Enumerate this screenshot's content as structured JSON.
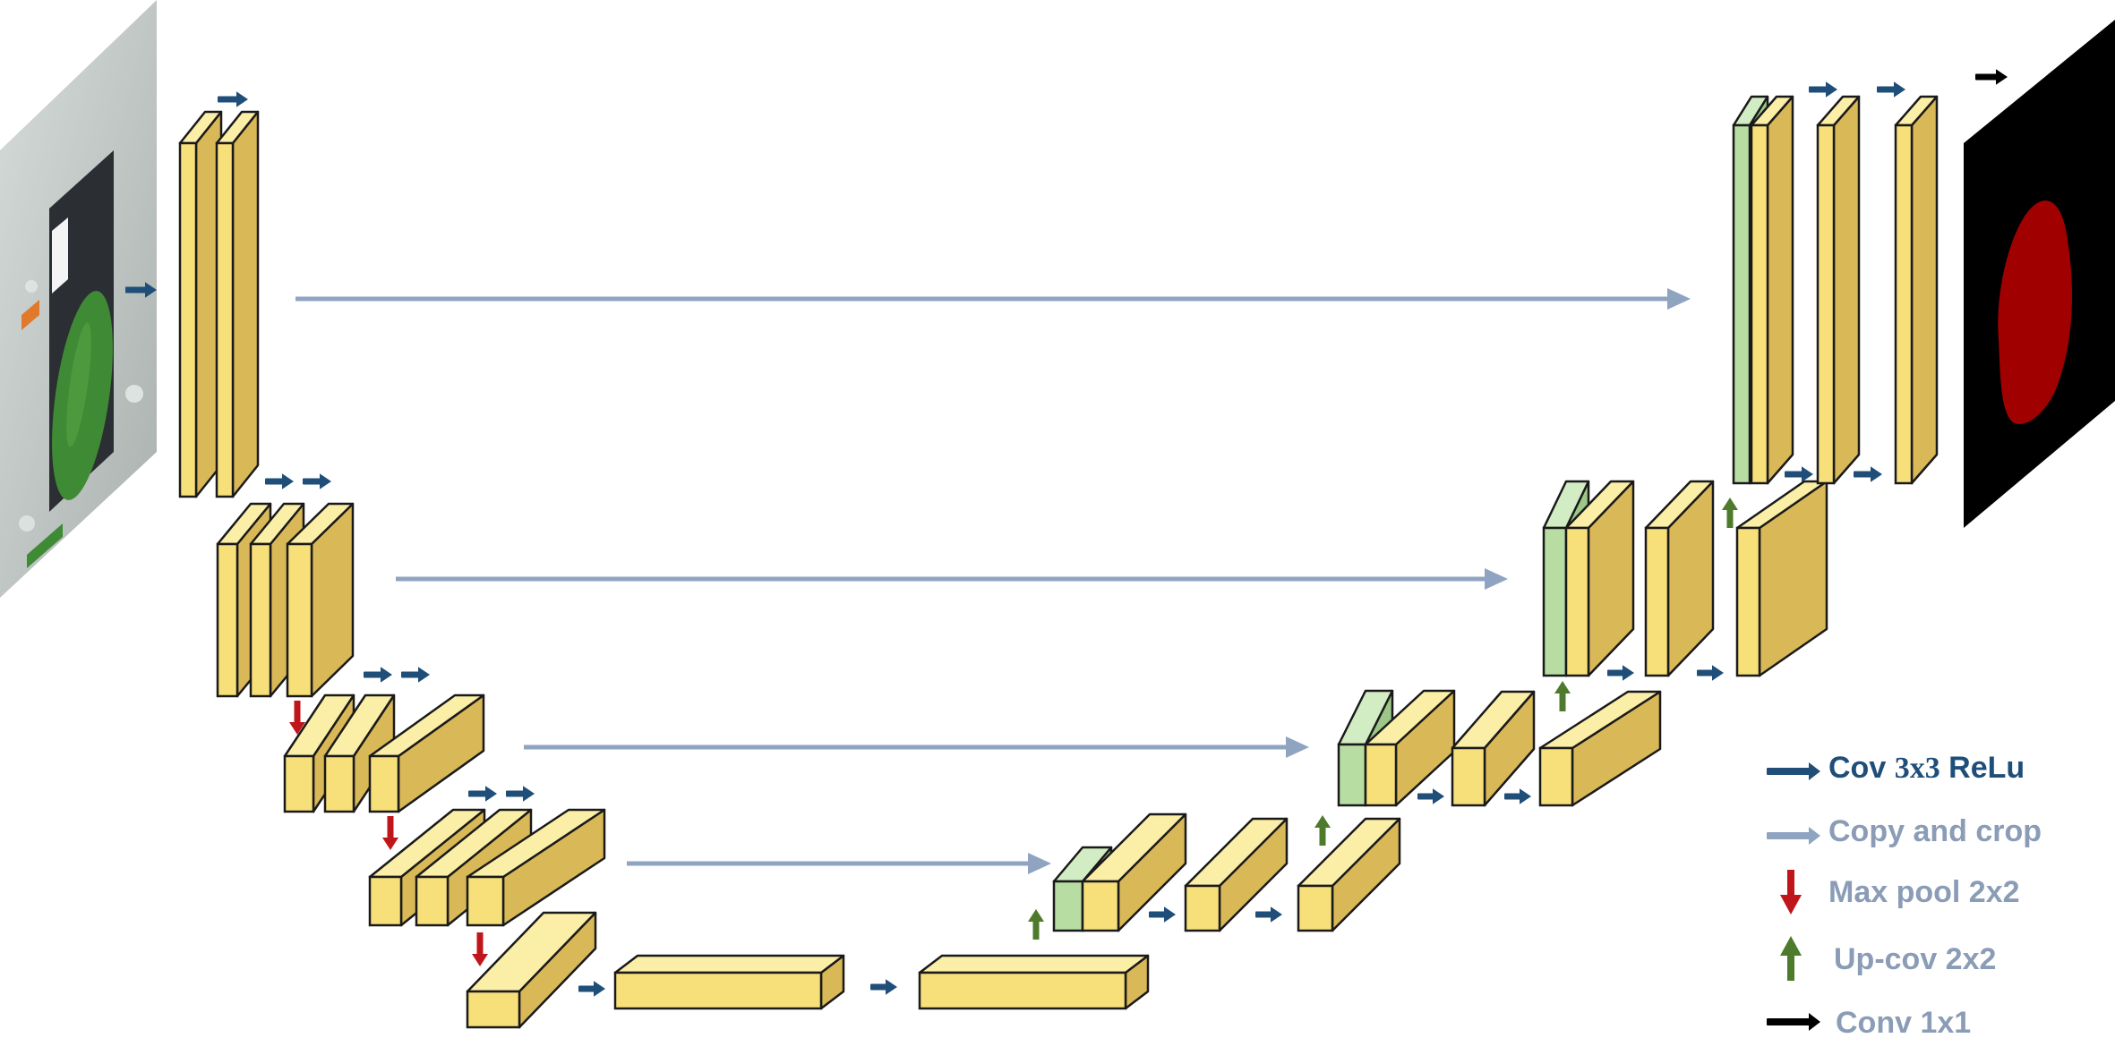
{
  "colors": {
    "block_front": "#f7e07a",
    "block_side": "#d9b857",
    "block_top": "#fbeea6",
    "block_stroke": "#1a1a1a",
    "concat_front": "#b7dda3",
    "concat_side": "#9cc788",
    "concat_top": "#d2ecc3",
    "conv_arrow": "#1f4e79",
    "copy_arrow": "#8fa4c0",
    "pool_arrow": "#c0151b",
    "upconv_arrow": "#4e7a2c",
    "conv1x1_arrow": "#000000",
    "mask_bg": "#000000",
    "mask_fg": "#a00000",
    "input_bg": "#bfc5c3",
    "leaf": "#3f8a34"
  },
  "icons": {
    "input": "leaf-photo-icon",
    "output": "segmentation-mask-icon"
  },
  "legend": {
    "conv": {
      "text": "Cov ",
      "num": "3x3",
      "suffix": " ReLu",
      "color": "#1f4e79"
    },
    "copy": {
      "text": "Copy and crop",
      "color": "#8a9cb6"
    },
    "pool": {
      "text": "Max pool 2x2",
      "color": "#8a9cb6"
    },
    "upconv": {
      "text": "Up-cov 2x2",
      "color": "#8a9cb6"
    },
    "conv1x1": {
      "text": "Conv 1x1",
      "color": "#8a9cb6"
    }
  }
}
